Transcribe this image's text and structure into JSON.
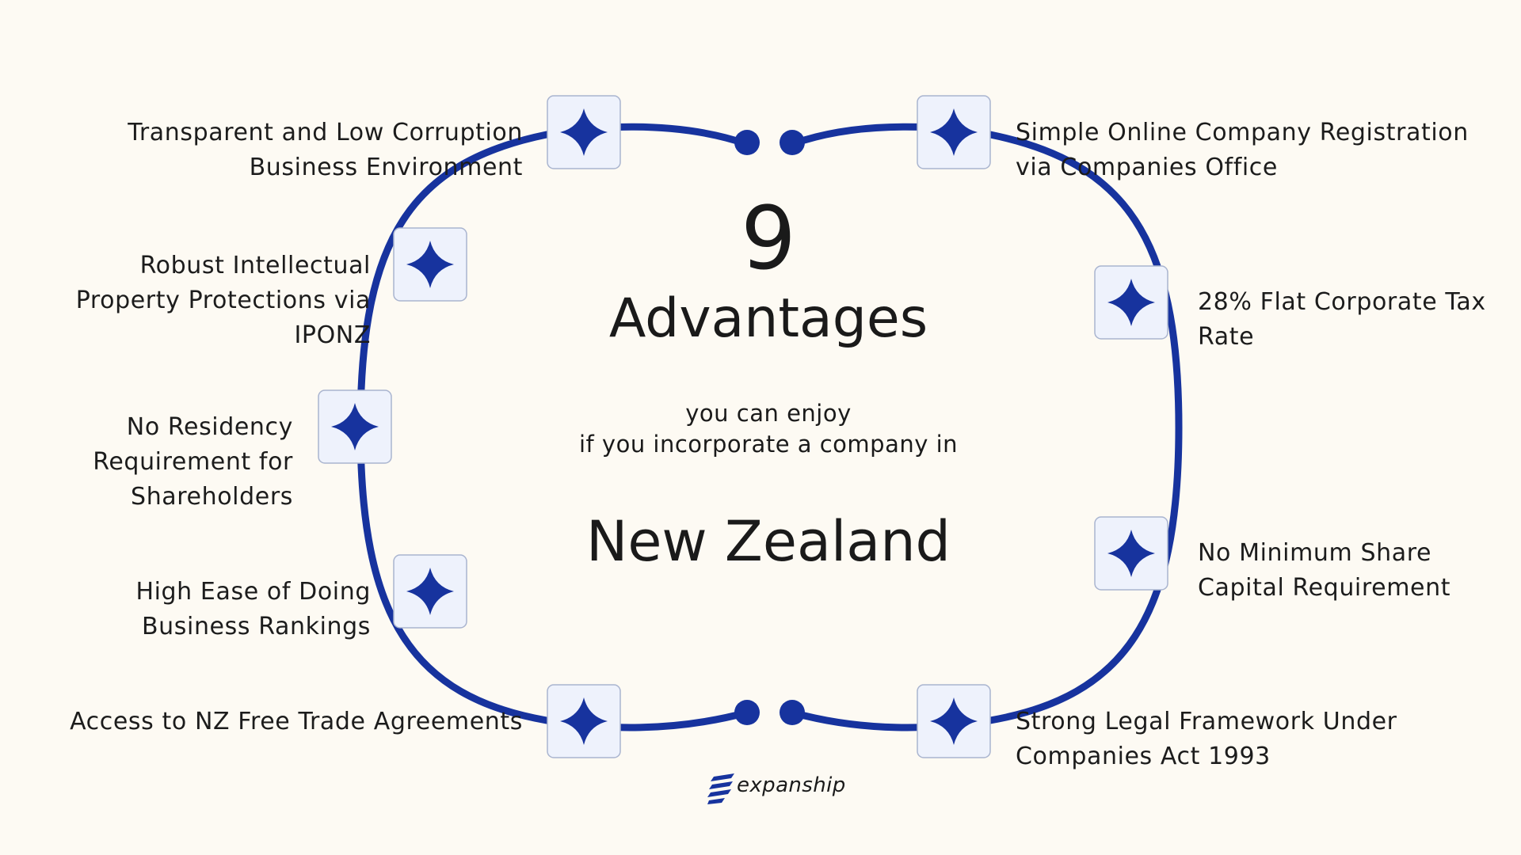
{
  "diagram": {
    "number": "9",
    "title": "Advantages",
    "subtitle_line1": "you can enjoy",
    "subtitle_line2": "if you incorporate a company in",
    "country": "New Zealand",
    "brand": "expanship",
    "colors": {
      "ring": "#17339e",
      "background": "#fdfaf3",
      "node_fill": "#eef2fc",
      "node_border": "#a9b4cf",
      "star": "#17339e",
      "text": "#1c1c1c"
    },
    "node_icon": "four-point-star-icon",
    "advantages": [
      {
        "lines": [
          "Transparent and Low Corruption",
          "Business Environment"
        ]
      },
      {
        "lines": [
          "Robust Intellectual",
          "Property Protections via",
          "IPONZ"
        ]
      },
      {
        "lines": [
          "No Residency",
          "Requirement for",
          "Shareholders"
        ]
      },
      {
        "lines": [
          "High Ease of Doing",
          "Business Rankings"
        ]
      },
      {
        "lines": [
          "Access to NZ Free Trade Agreements"
        ]
      },
      {
        "lines": [
          "Simple Online Company Registration",
          "via Companies Office"
        ]
      },
      {
        "lines": [
          "28% Flat Corporate Tax",
          "Rate"
        ]
      },
      {
        "lines": [
          "No Minimum Share",
          "Capital Requirement"
        ]
      },
      {
        "lines": [
          "Strong Legal Framework Under",
          "Companies Act 1993"
        ]
      }
    ]
  }
}
